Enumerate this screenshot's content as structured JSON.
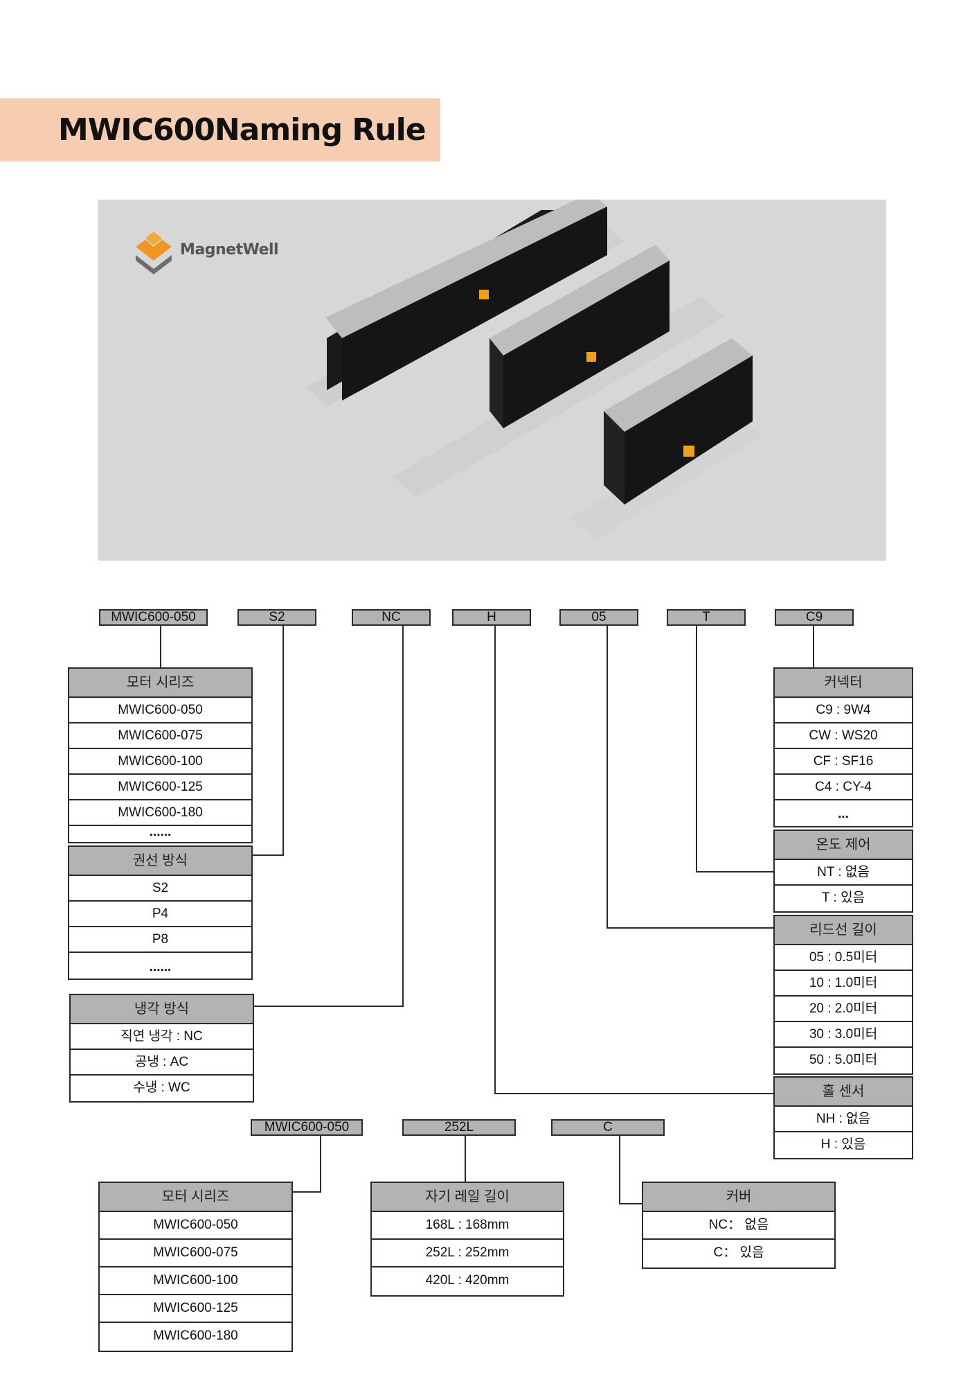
{
  "title": "MWIC600Naming Rule",
  "photo": {
    "brand": "MagnetWell",
    "alt": "Three MWIC600 linear motors on magnetic rails"
  },
  "colors": {
    "title_band": "#f6cdb0",
    "box_header": "#b3b3b3",
    "border": "#2a2a2a",
    "photo_bg": "#d7d7d7"
  },
  "motor_code": {
    "segments": [
      "MWIC600-050",
      "S2",
      "NC",
      "H",
      "05",
      "T",
      "C9"
    ]
  },
  "motor_tables": {
    "series": {
      "header": "모터 시리즈",
      "rows": [
        "MWIC600-050",
        "MWIC600-075",
        "MWIC600-100",
        "MWIC600-125",
        "MWIC600-180",
        "......"
      ]
    },
    "winding": {
      "header": "권선 방식",
      "rows": [
        "S2",
        "P4",
        "P8",
        "......"
      ]
    },
    "cooling": {
      "header": "냉각 방식",
      "rows": [
        "직연 냉각 : NC",
        "공냉 : AC",
        "수냉 : WC"
      ]
    },
    "connector": {
      "header": "커넥터",
      "rows": [
        "C9 : 9W4",
        "CW : WS20",
        "CF : SF16",
        "C4 : CY-4",
        "..."
      ]
    },
    "temperature": {
      "header": "온도 제어",
      "rows": [
        "NT : 없음",
        "T : 있음"
      ]
    },
    "lead_length": {
      "header": "리드선 길이",
      "rows": [
        "05 : 0.5미터",
        "10 : 1.0미터",
        "20 : 2.0미터",
        "30 : 3.0미터",
        "50 : 5.0미터"
      ]
    },
    "hall_sensor": {
      "header": "홀 센서",
      "rows": [
        "NH : 없음",
        "H : 있음"
      ]
    }
  },
  "rail_code": {
    "segments": [
      "MWIC600-050",
      "252L",
      "C"
    ]
  },
  "rail_tables": {
    "series": {
      "header": "모터 시리즈",
      "rows": [
        "MWIC600-050",
        "MWIC600-075",
        "MWIC600-100",
        "MWIC600-125",
        "MWIC600-180"
      ]
    },
    "rail_length": {
      "header": "자기 레일 길이",
      "rows": [
        "168L : 168mm",
        "252L : 252mm",
        "420L : 420mm"
      ]
    },
    "cover": {
      "header": "커버",
      "rows": [
        "NC： 없음",
        "C： 있음"
      ]
    }
  }
}
